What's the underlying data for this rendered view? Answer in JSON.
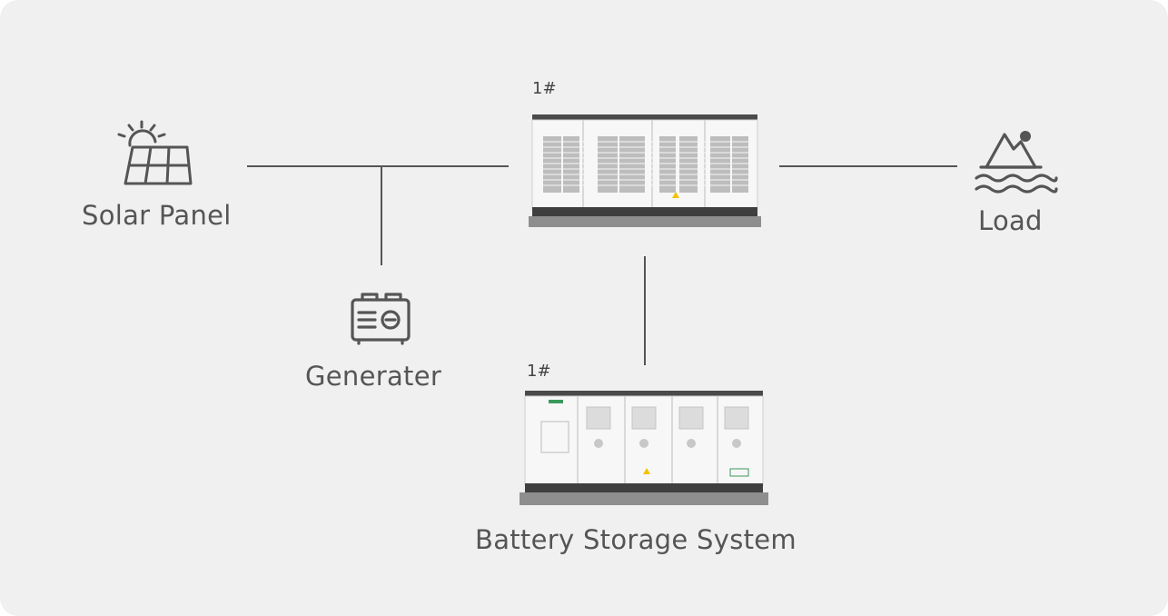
{
  "nodes": {
    "solar": {
      "label": "Solar Panel",
      "icon": "solar-panel-icon"
    },
    "generator": {
      "label": "Generater",
      "icon": "generator-icon"
    },
    "load": {
      "label": "Load",
      "icon": "load-landscape-icon"
    },
    "pcs": {
      "tag": "1#"
    },
    "battery": {
      "tag": "1#",
      "label": "Battery Storage System"
    }
  },
  "colors": {
    "background": "#f0f0f0",
    "line": "#555555",
    "text": "#555555",
    "cabinet": "#f7f7f7",
    "cabinet_base": "#8e8e8e",
    "accent_yellow": "#f2c200",
    "accent_green": "#3a9a5b"
  }
}
